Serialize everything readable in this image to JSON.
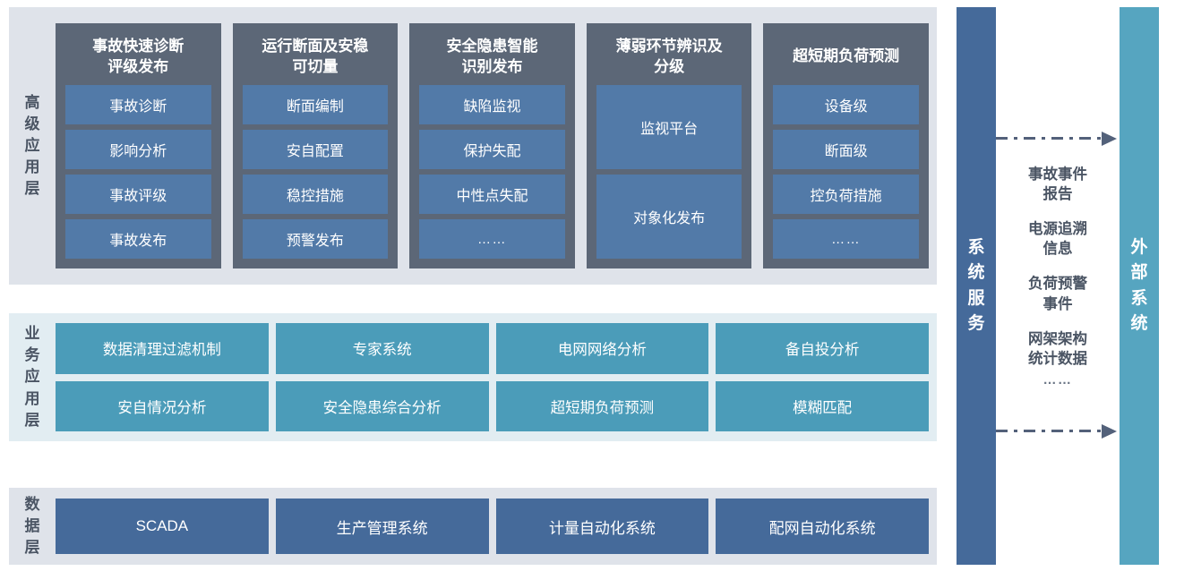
{
  "layers": [
    {
      "id": "advanced",
      "label_chars": [
        "高",
        "级",
        "应",
        "用",
        "层"
      ],
      "columns": [
        {
          "title": "事故快速诊断\n评级发布",
          "title_line1": "事故快速诊断",
          "title_line2": "评级发布",
          "items": [
            {
              "label": "事故诊断",
              "span": 1
            },
            {
              "label": "影响分析",
              "span": 1
            },
            {
              "label": "事故评级",
              "span": 1
            },
            {
              "label": "事故发布",
              "span": 1
            }
          ]
        },
        {
          "title": "运行断面及安稳\n可切量",
          "title_line1": "运行断面及安稳",
          "title_line2": "可切量",
          "items": [
            {
              "label": "断面编制",
              "span": 1
            },
            {
              "label": "安自配置",
              "span": 1
            },
            {
              "label": "稳控措施",
              "span": 1
            },
            {
              "label": "预警发布",
              "span": 1
            }
          ]
        },
        {
          "title": "安全隐患智能\n识别发布",
          "title_line1": "安全隐患智能",
          "title_line2": "识别发布",
          "items": [
            {
              "label": "缺陷监视",
              "span": 1
            },
            {
              "label": "保护失配",
              "span": 1
            },
            {
              "label": "中性点失配",
              "span": 1
            },
            {
              "label": "……",
              "span": 1
            }
          ]
        },
        {
          "title": "薄弱环节辨识及\n分级",
          "title_line1": "薄弱环节辨识及",
          "title_line2": "分级",
          "items": [
            {
              "label": "监视平台",
              "span": 2
            },
            {
              "label": "对象化发布",
              "span": 2
            }
          ]
        },
        {
          "title": "超短期负荷预测",
          "title_line1": "超短期负荷预测",
          "title_line2": "",
          "items": [
            {
              "label": "设备级",
              "span": 1
            },
            {
              "label": "断面级",
              "span": 1
            },
            {
              "label": "控负荷措施",
              "span": 1
            },
            {
              "label": "……",
              "span": 1
            }
          ]
        }
      ]
    },
    {
      "id": "business",
      "label_chars": [
        "业",
        "务",
        "应",
        "用",
        "层"
      ],
      "rows": [
        [
          "数据清理过滤机制",
          "专家系统",
          "电网网络分析",
          "备自投分析"
        ],
        [
          "安自情况分析",
          "安全隐患综合分析",
          "超短期负荷预测",
          "模糊匹配"
        ]
      ]
    },
    {
      "id": "data",
      "label_chars": [
        "数",
        "据",
        "层"
      ],
      "items": [
        "SCADA",
        "生产管理系统",
        "计量自动化系统",
        "配网自动化系统"
      ]
    }
  ],
  "right_panel": {
    "service_bar_chars": [
      "系",
      "统",
      "服",
      "务"
    ],
    "external_bar_chars": [
      "外",
      "部",
      "系",
      "统"
    ],
    "flow_labels": [
      "事故事件\n报告",
      "电源追溯\n信息",
      "负荷预警\n事件",
      "网架架构\n统计数据"
    ],
    "flow_labels_lines": [
      [
        "事故事件",
        "报告"
      ],
      [
        "电源追溯",
        "信息"
      ],
      [
        "负荷预警",
        "事件"
      ],
      [
        "网架架构",
        "统计数据"
      ]
    ],
    "flow_dots": "……",
    "arrow_direction": "right",
    "arrow_count": 2
  },
  "colors": {
    "panel_bg_gray": "#dfe3ea",
    "panel_bg_teal": "#e2edf2",
    "advanced_card": "#5c6777",
    "advanced_item": "#527aa8",
    "business_item": "#4b9cb9",
    "data_item": "#456a9a",
    "service_bar": "#456a9a",
    "external_bar": "#56a5c0",
    "arrow": "#53617a",
    "label_text": "#4b5564"
  }
}
